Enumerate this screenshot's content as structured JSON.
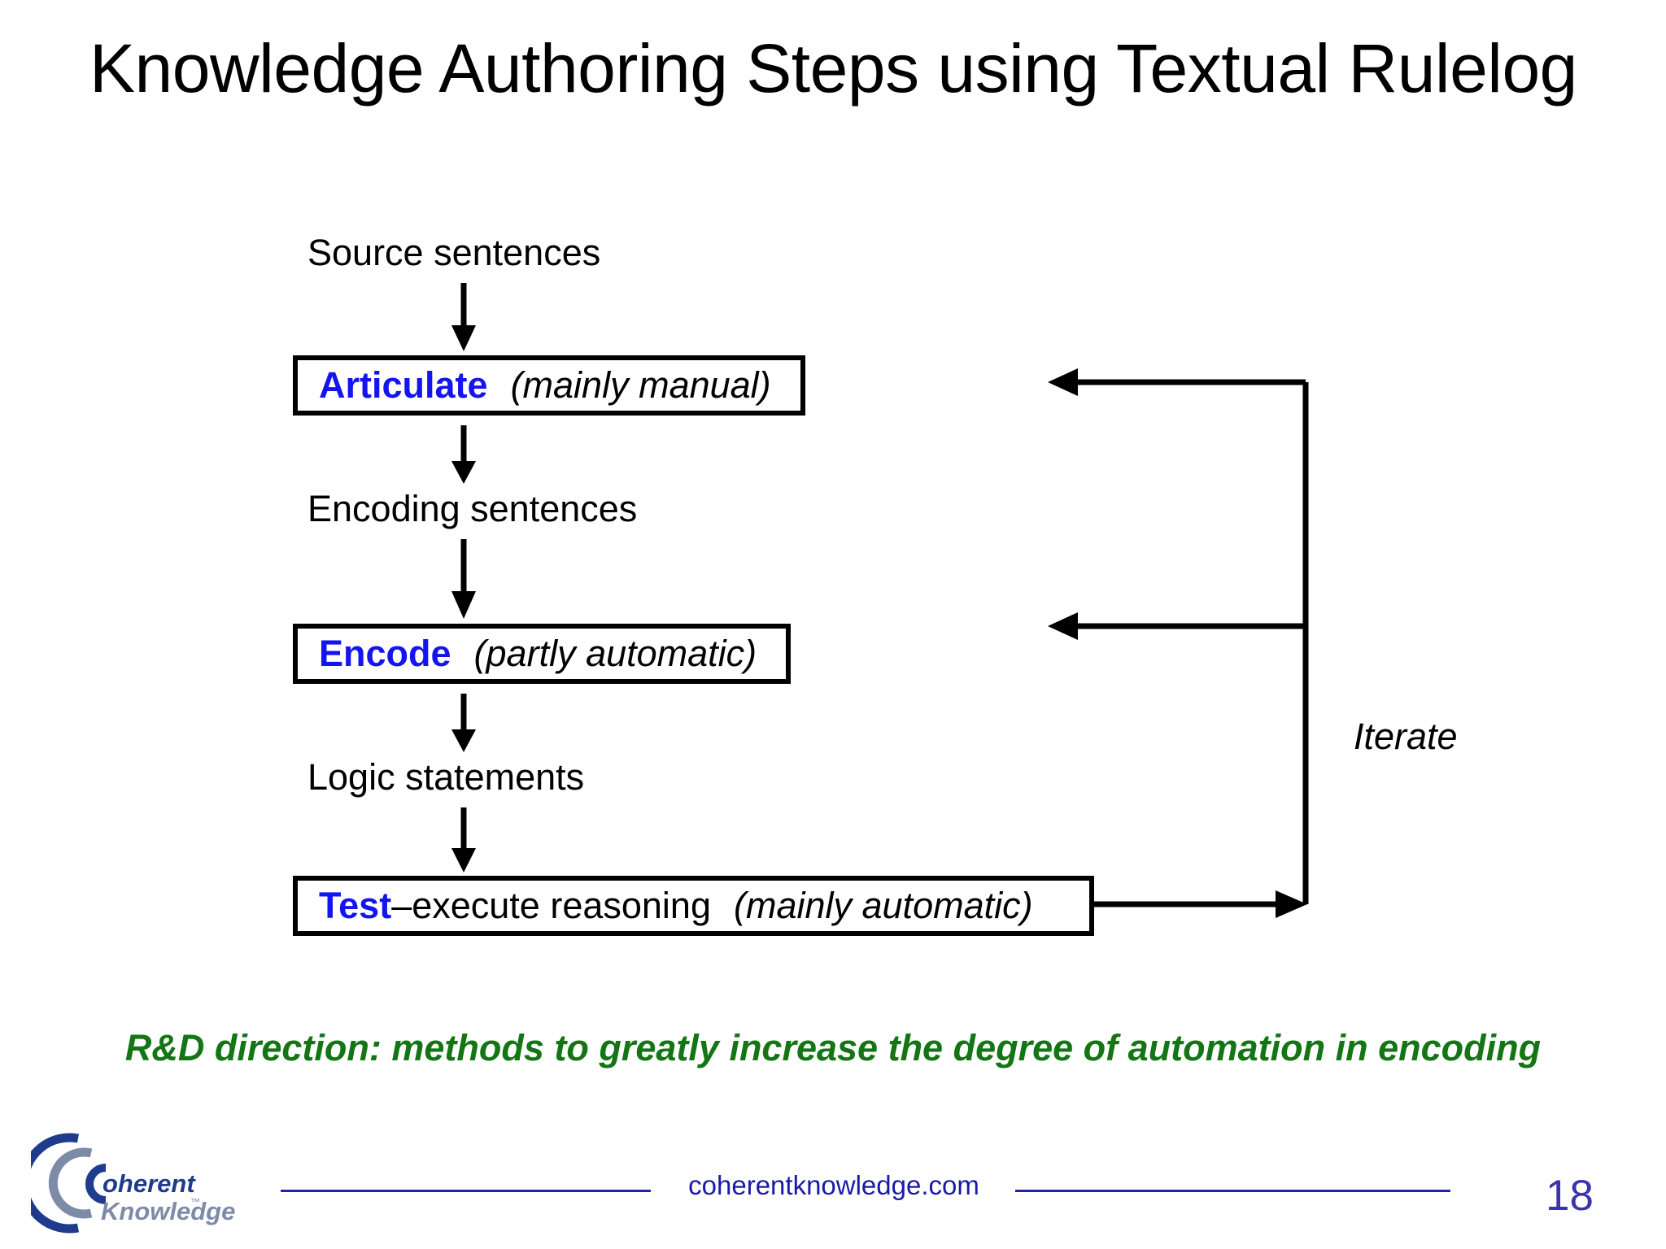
{
  "slide": {
    "title": "Knowledge Authoring Steps using Textual Rulelog",
    "page_number": "18"
  },
  "flow": {
    "labels": [
      {
        "id": "source-sentences",
        "text": "Source sentences"
      },
      {
        "id": "encoding-sentences",
        "text": "Encoding sentences"
      },
      {
        "id": "logic-statements",
        "text": "Logic statements"
      }
    ],
    "steps": [
      {
        "id": "articulate",
        "keyword": "Articulate",
        "separator": "",
        "middle": "",
        "note": "(mainly manual)"
      },
      {
        "id": "encode",
        "keyword": "Encode",
        "separator": "",
        "middle": "",
        "note": "(partly automatic)"
      },
      {
        "id": "test",
        "keyword": "Test",
        "separator": " – ",
        "middle": "execute reasoning",
        "note": "(mainly automatic)"
      }
    ],
    "iterate_label": "Iterate"
  },
  "rd_direction": "R&D direction:  methods to greatly increase the degree of automation in encoding",
  "footer": {
    "url": "coherentknowledge.com",
    "logo_line1": "oherent",
    "logo_line2": "Knowledge",
    "logo_tm": "™"
  },
  "colors": {
    "keyword_blue": "#1414f0",
    "rd_green": "#137513",
    "footer_blue": "#1a1aa8",
    "page_number_blue": "#3a35ad",
    "logo_dark_blue": "#1f3c8c",
    "logo_gray_blue": "#7d8ba8",
    "stroke_black": "#000000"
  }
}
